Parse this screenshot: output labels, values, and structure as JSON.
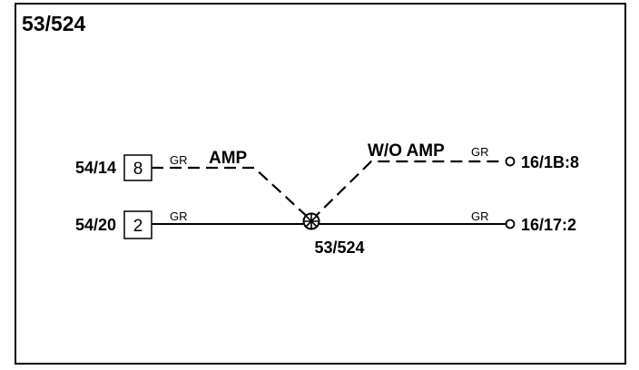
{
  "title": "53/524",
  "splice": {
    "label": "53/524"
  },
  "left_connectors": [
    {
      "id": "54/14",
      "pin": "8"
    },
    {
      "id": "54/20",
      "pin": "2"
    }
  ],
  "right_terminals": [
    {
      "id": "16/1B:8"
    },
    {
      "id": "16/17:2"
    }
  ],
  "wires": [
    {
      "color_code": "GR",
      "option": "AMP",
      "style": "dashed",
      "from": "54/14 pin 8",
      "to": "53/524"
    },
    {
      "color_code": "GR",
      "option": "W/O AMP",
      "style": "dashed",
      "from": "53/524",
      "to": "16/1B:8"
    },
    {
      "color_code": "GR",
      "style": "solid",
      "from": "54/20 pin 2",
      "to": "53/524"
    },
    {
      "color_code": "GR",
      "style": "solid",
      "from": "53/524",
      "to": "16/17:2"
    }
  ]
}
